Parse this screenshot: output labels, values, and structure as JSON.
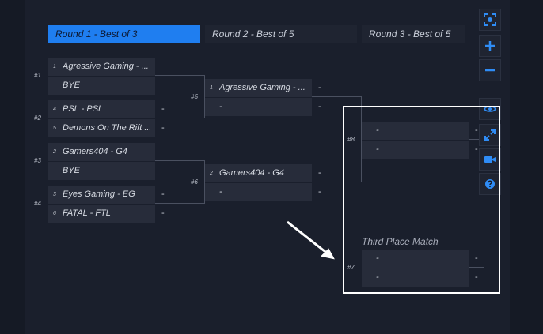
{
  "rounds": [
    {
      "label": "Round 1 - Best of 3"
    },
    {
      "label": "Round 2 - Best of 5"
    },
    {
      "label": "Round 3 - Best of 5"
    }
  ],
  "matches": {
    "m1": {
      "label": "#1",
      "slots": [
        {
          "seed": "1",
          "team": "Agressive Gaming - ...",
          "score": ""
        },
        {
          "seed": "",
          "team": "BYE",
          "score": ""
        }
      ]
    },
    "m2": {
      "label": "#2",
      "slots": [
        {
          "seed": "4",
          "team": "PSL - PSL",
          "score": "-"
        },
        {
          "seed": "5",
          "team": "Demons On The Rift ...",
          "score": "-"
        }
      ]
    },
    "m3": {
      "label": "#3",
      "slots": [
        {
          "seed": "2",
          "team": "Gamers404 - G4",
          "score": ""
        },
        {
          "seed": "",
          "team": "BYE",
          "score": ""
        }
      ]
    },
    "m4": {
      "label": "#4",
      "slots": [
        {
          "seed": "3",
          "team": "Eyes Gaming - EG",
          "score": "-"
        },
        {
          "seed": "6",
          "team": "FATAL - FTL",
          "score": "-"
        }
      ]
    },
    "m5": {
      "label": "#5",
      "slots": [
        {
          "seed": "1",
          "team": "Agressive Gaming - ...",
          "score": "-"
        },
        {
          "seed": "",
          "team": "-",
          "score": "-"
        }
      ]
    },
    "m6": {
      "label": "#6",
      "slots": [
        {
          "seed": "2",
          "team": "Gamers404 - G4",
          "score": "-"
        },
        {
          "seed": "",
          "team": "-",
          "score": "-"
        }
      ]
    },
    "m8": {
      "label": "#8",
      "slots": [
        {
          "seed": "",
          "team": "-",
          "score": "-"
        },
        {
          "seed": "",
          "team": "-",
          "score": "-"
        }
      ]
    },
    "m7": {
      "label": "#7",
      "slots": [
        {
          "seed": "",
          "team": "-",
          "score": "-"
        },
        {
          "seed": "",
          "team": "-",
          "score": "-"
        }
      ]
    }
  },
  "third_place": {
    "title": "Third Place Match"
  },
  "controls": [
    {
      "icon": "focus-icon"
    },
    {
      "icon": "plus-icon"
    },
    {
      "icon": "minus-icon"
    },
    {
      "icon": "eye-icon"
    },
    {
      "icon": "expand-icon"
    },
    {
      "icon": "video-camera-icon"
    },
    {
      "icon": "help-icon"
    }
  ],
  "colors": {
    "accent": "#1f7ef0",
    "background": "#151a25",
    "slot": "#272c3a",
    "highlight": "#ffffff"
  }
}
